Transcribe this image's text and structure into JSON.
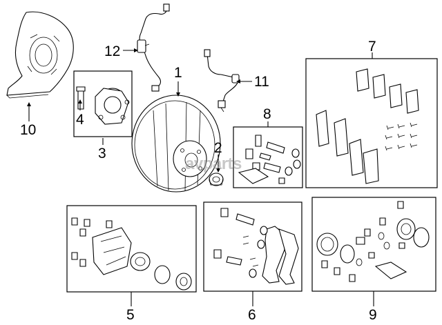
{
  "watermark": "avparts",
  "callouts": {
    "c1": "1",
    "c2": "2",
    "c3": "3",
    "c4": "4",
    "c5": "5",
    "c6": "6",
    "c7": "7",
    "c8": "8",
    "c9": "9",
    "c10": "10",
    "c11": "11",
    "c12": "12"
  }
}
